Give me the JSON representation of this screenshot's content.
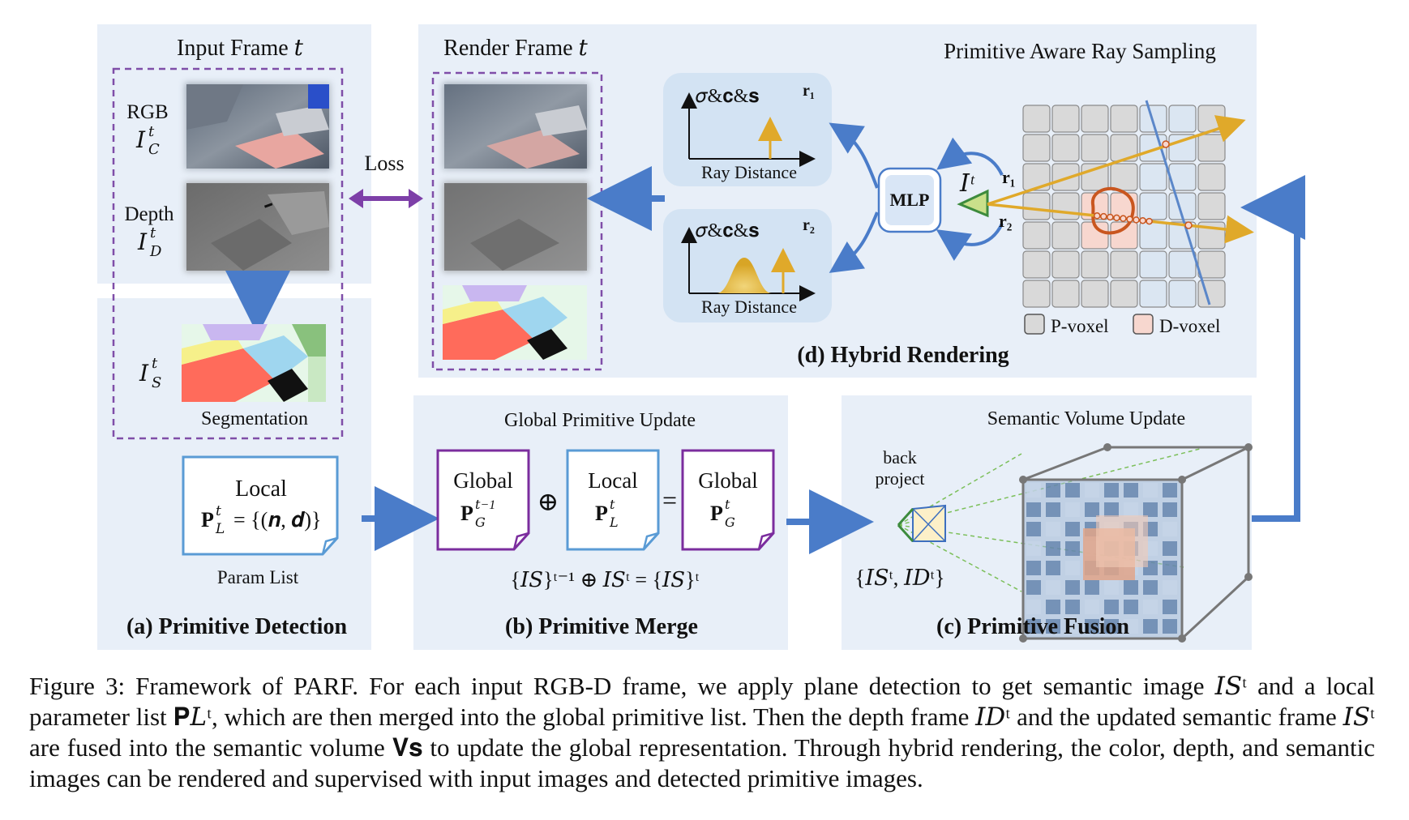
{
  "panels": {
    "input": {
      "title": "Input Frame 𝑡",
      "rgb_label": "RGB",
      "rgb_symbol": "𝐼",
      "rgb_sub": "𝐶",
      "depth_label": "Depth",
      "depth_symbol": "𝐼",
      "depth_sub": "𝐷",
      "seg_symbol": "𝐼",
      "seg_sub": "𝑆",
      "sup_t": "𝑡",
      "seg_label": "Segmentation"
    },
    "loss_label": "Loss",
    "render": {
      "title": "Render Frame 𝑡"
    },
    "detection": {
      "local_title": "Local",
      "param_formula": "P",
      "param_sub": "𝐿",
      "param_rhs": "= {(𝒏, 𝒅)}",
      "param_list_label": "Param List",
      "panel_label": "(a) Primitive Detection"
    },
    "merge": {
      "title": "Global Primitive Update",
      "global_prev_label": "Global",
      "global_prev_sub": "𝐺",
      "global_prev_sup": "𝑡−1",
      "oplus": "⊕",
      "local_label": "Local",
      "local_sub": "𝐿",
      "equals": "=",
      "global_new_label": "Global",
      "global_new_sub": "𝐺",
      "sup_t": "𝑡",
      "formula": "{𝐼𝑆}ᵗ⁻¹ ⊕ 𝐼𝑆ᵗ = {𝐼𝑆}ᵗ",
      "panel_label": "(b) Primitive Merge"
    },
    "fusion": {
      "title": "Semantic Volume Update",
      "back_project": "back",
      "back_project_2": "project",
      "inputs_label": "{𝐼𝑆ᵗ, 𝐼𝐷ᵗ}",
      "panel_label": "(c) Primitive Fusion"
    },
    "rendering": {
      "ray_sampling_title": "Primitive Aware Ray Sampling",
      "plot1_ylabel": "𝜎&𝐜&𝐬",
      "plot1_xlabel": "Ray Distance",
      "plot1_ray": "r₁",
      "plot2_ylabel": "𝜎&𝐜&𝐬",
      "plot2_xlabel": "Ray Distance",
      "plot2_ray": "r₂",
      "mlp_label": "MLP",
      "camera_label": "𝐼ᵗ",
      "ray1_label": "r₁",
      "ray2_label": "r₂",
      "legend_pvoxel": "P-voxel",
      "legend_dvoxel": "D-voxel",
      "panel_label": "(d) Hybrid Rendering"
    }
  },
  "caption": {
    "text": "Figure 3: Framework of PARF. For each input RGB-D frame, we apply plane detection to get semantic image 𝐼𝑆ᵗ and a local parameter list 𝐏𝐿ᵗ, which are then merged into the global primitive list. Then the depth frame 𝐼𝐷ᵗ and the updated semantic frame 𝐼𝑆ᵗ are fused into the semantic volume 𝐕𝐬 to update the global representation. Through hybrid rendering, the color, depth, and semantic images can be rendered and supervised with input images and detected primitive images."
  },
  "colors": {
    "panel_bg": "#e8eff8",
    "arrow_blue": "#4a7cc9",
    "loss_purple": "#7d3fa8",
    "dashed_purple": "#7f4ea8",
    "doc_blue": "#5a9bd5",
    "doc_purple": "#7b2d9e",
    "ray_gold": "#e0a92a",
    "dvoxel_fill": "#f7d7cf",
    "pvoxel_fill": "#d9d9d9"
  }
}
